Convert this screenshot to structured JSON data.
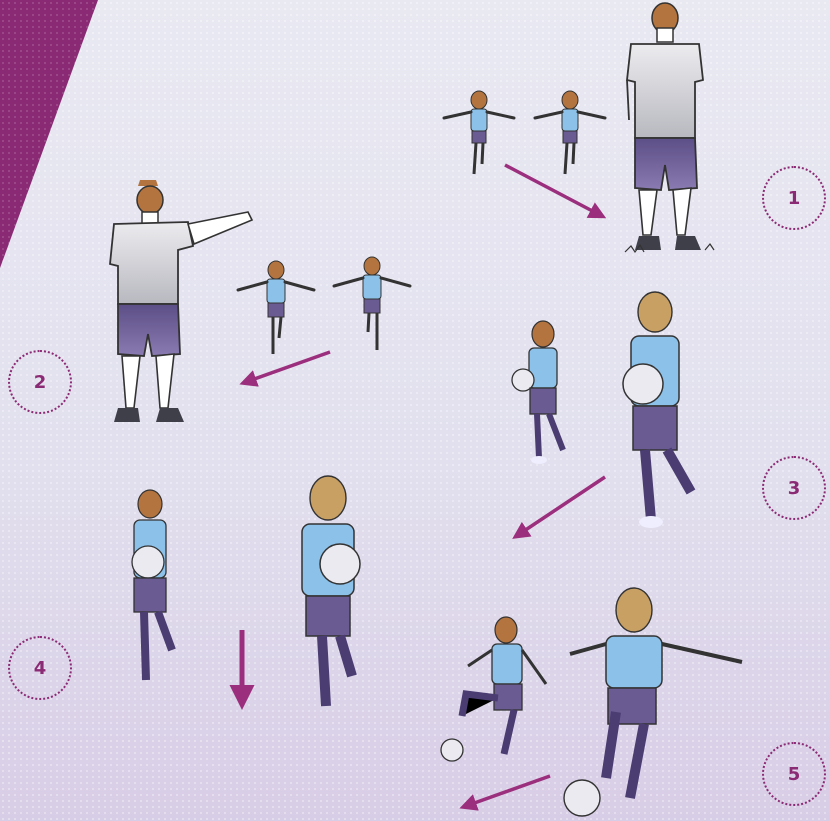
{
  "steps": [
    {
      "number": "1"
    },
    {
      "number": "2"
    },
    {
      "number": "3"
    },
    {
      "number": "4"
    },
    {
      "number": "5"
    }
  ],
  "colors": {
    "accent": "#8b2a74",
    "accent_arrow": "#9b2f7d",
    "shirt_blue": "#8cc1ea",
    "shorts_purple": "#6b5b93",
    "coach_shirt": "#e6e6ea",
    "hair_brown": "#b3743f",
    "hair_blond": "#c9a064",
    "skin": "#ffffff",
    "background": "#e5e4ef"
  }
}
